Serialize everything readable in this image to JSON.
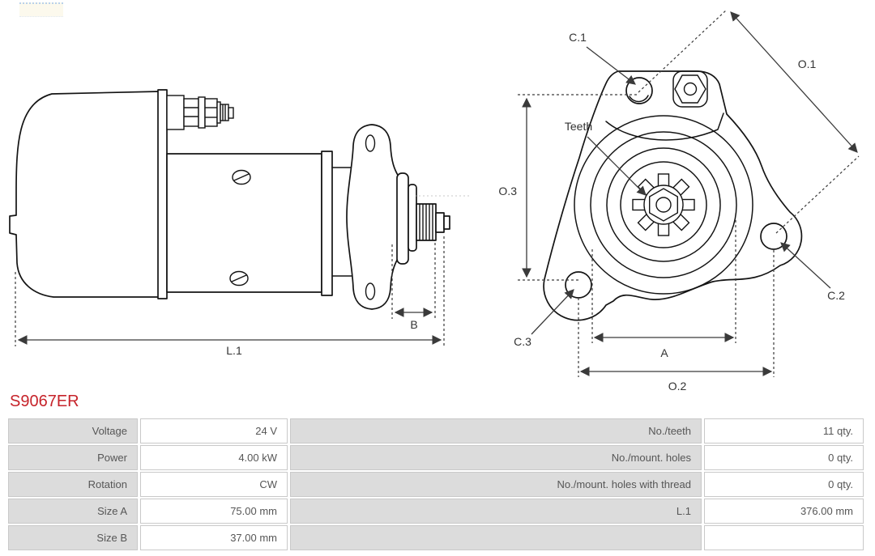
{
  "part_number": "S9067ER",
  "colors": {
    "part_number_red": "#c6232a",
    "table_label_bg": "#dcdcdc",
    "table_border": "#c9c9c9",
    "table_text": "#565656",
    "drawing_line": "#141414",
    "dimension_line": "#3a3a3a"
  },
  "drawing": {
    "labels": {
      "c1": "C.1",
      "c2": "C.2",
      "c3": "C.3",
      "o1": "O.1",
      "o2": "O.2",
      "o3": "O.3",
      "a": "A",
      "b": "B",
      "l1": "L.1",
      "teeth": "Teeth"
    }
  },
  "table": {
    "rows": [
      {
        "label1": "Voltage",
        "value1": "24 V",
        "label2": "No./teeth",
        "value2": "11 qty."
      },
      {
        "label1": "Power",
        "value1": "4.00 kW",
        "label2": "No./mount. holes",
        "value2": "0 qty."
      },
      {
        "label1": "Rotation",
        "value1": "CW",
        "label2": "No./mount. holes with thread",
        "value2": "0 qty."
      },
      {
        "label1": "Size A",
        "value1": "75.00 mm",
        "label2": "L.1",
        "value2": "376.00 mm"
      },
      {
        "label1": "Size B",
        "value1": "37.00 mm",
        "label2": "",
        "value2": ""
      }
    ]
  }
}
